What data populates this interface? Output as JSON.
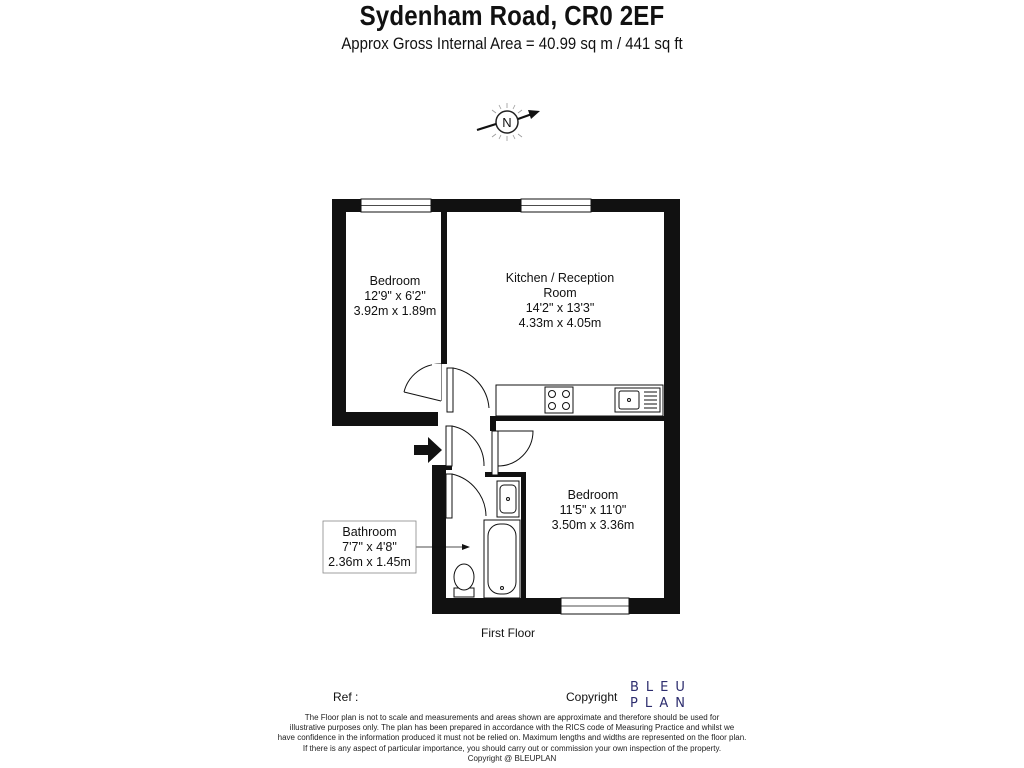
{
  "header": {
    "title": "Sydenham Road, CR0 2EF",
    "subtitle": "Approx Gross Internal Area = 40.99 sq m / 441 sq ft"
  },
  "compass": {
    "label": "N"
  },
  "rooms": {
    "bedroom_1": {
      "name": "Bedroom",
      "imperial": "12'9\" x 6'2\"",
      "metric": "3.92m x 1.89m"
    },
    "kitchen": {
      "name_line1": "Kitchen / Reception",
      "name_line2": "Room",
      "imperial": "14'2\" x 13'3\"",
      "metric": "4.33m x 4.05m"
    },
    "bedroom_2": {
      "name": "Bedroom",
      "imperial": "11'5\" x 11'0\"",
      "metric": "3.50m x 3.36m"
    },
    "bathroom": {
      "name": "Bathroom",
      "imperial": "7'7\" x 4'8\"",
      "metric": "2.36m x 1.45m"
    }
  },
  "floor_label": "First Floor",
  "footer": {
    "ref_label": "Ref  :",
    "copyright_label": "Copyright",
    "logo_line1": "BLEU",
    "logo_line2": "PLAN",
    "disclaimer": [
      "The Floor plan is not to scale and measurements and areas shown are approximate and therefore should be used for",
      "illustrative purposes only. The plan has been prepared in accordance with the RICS code of Measuring Practice and whilst we",
      "have confidence in the information produced it must not be relied on. Maximum lengths and widths are represented on the floor plan.",
      "If there is any aspect of particular importance, you should carry out or commission your own inspection of the property.",
      "Copyright @ BLEUPLAN"
    ]
  },
  "colors": {
    "wall": "#111111",
    "logo": "#2d2d6e"
  }
}
